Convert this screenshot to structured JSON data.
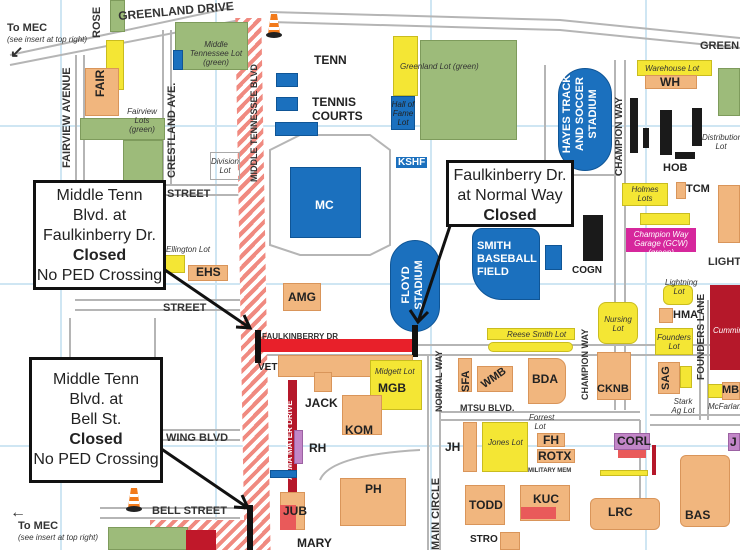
{
  "streets": {
    "greenland_drive": "GREENLAND DRIVE",
    "greenland_right": "GREEN",
    "rose": "ROSE",
    "fairview": "FAIRVIEW AVENUE",
    "crestland": "CRESTLAND AVE.",
    "middle_tenn_blvd": "MIDDLE TENNESSEE BLVD",
    "street_upper": "STREET",
    "street_lower": "STREET",
    "faulkinberry": "FAULKINBERRY DR",
    "champion_way_top": "CHAMPION WAY",
    "champion_way_bottom": "CHAMPION WAY",
    "normal_way": "NORMAL WAY",
    "mtsu_blvd": "MTSU BLVD.",
    "founders_lane": "FOUNDERS LANE",
    "wing_blvd": "WING BLVD",
    "bell_street": "BELL STREET",
    "alma_mater": "ALMA MATER DRIVE",
    "main_circle": "MAIN CIRCLE",
    "military_mem": "MILITARY MEM",
    "lightning": "LIGHTN"
  },
  "to_mec_top": {
    "label": "To MEC",
    "note": "(see insert at top right)"
  },
  "to_mec_bottom": {
    "label": "To MEC",
    "note": "(see insert at top right)"
  },
  "lots": {
    "mt_lot": "Middle Tennessee Lot (green)",
    "fairview": "Fairview Lots (green)",
    "division": "Division Lot",
    "ellington": "Ellington Lot",
    "greenland": "Greenland Lot (green)",
    "hall_of_fame": "Hall of Fame Lot",
    "warehouse": "Warehouse Lot",
    "distribution": "Distribution Lot",
    "holmes": "Holmes Lots",
    "garage": "Champion Way Garage (GCW) (green)",
    "lightning": "Lightning Lot",
    "nursing": "Nursing Lot",
    "founders": "Founders Lot",
    "cummings": "Cummings Lots (re",
    "reese_smith": "Reese Smith Lot",
    "midgett": "Midgett Lot",
    "stark_ag": "Stark Ag Lot",
    "mcfarland": "McFarland",
    "jones": "Jones Lot",
    "forrest": "Forrest Lot"
  },
  "buildings": {
    "fair": "FAIR",
    "tenn": "TENN",
    "tennis": "TENNIS COURTS",
    "mc": "MC",
    "kshf": "KSHF",
    "hayes": "HAYES TRACK AND SOCCER STADIUM",
    "wh": "WH",
    "hob": "HOB",
    "tcm": "TCM",
    "smith": "SMITH BASEBALL FIELD",
    "floyd": "FLOYD STADIUM",
    "cogn": "COGN",
    "ehs": "EHS",
    "amg": "AMG",
    "vet": "VET",
    "jack": "JACK",
    "mgb": "MGB",
    "sfa": "SFA",
    "wmb": "WMB",
    "bda": "BDA",
    "cknb": "CKNB",
    "hma": "HMA",
    "sag": "SAG",
    "mb": "MB",
    "kom": "KOM",
    "jh": "JH",
    "fh": "FH",
    "rotx": "ROTX",
    "corl": "CORL",
    "j": "J",
    "rh": "RH",
    "jub": "JUB",
    "mary": "MARY",
    "ph": "PH",
    "todd": "TODD",
    "kuc": "KUC",
    "lrc": "LRC",
    "bas": "BAS",
    "stro": "STRO"
  },
  "callouts": {
    "mt_faulkinberry": {
      "l1": "Middle Tenn",
      "l2": "Blvd. at",
      "l3": "Faulkinberry Dr.",
      "closed": "Closed",
      "note": "No PED Crossing"
    },
    "faulkinberry_normal": {
      "l1": "Faulkinberry Dr.",
      "l2": "at Normal Way",
      "closed": "Closed"
    },
    "mt_bell": {
      "l1": "Middle Tenn",
      "l2": "Blvd. at",
      "l3": "Bell St.",
      "closed": "Closed",
      "note": "No PED Crossing"
    }
  },
  "colors": {
    "closure": "#e8202a",
    "building": "#f1b67e",
    "lot": "#f4e634",
    "green_lot": "#9dbb7a",
    "athletics": "#1b70be"
  }
}
